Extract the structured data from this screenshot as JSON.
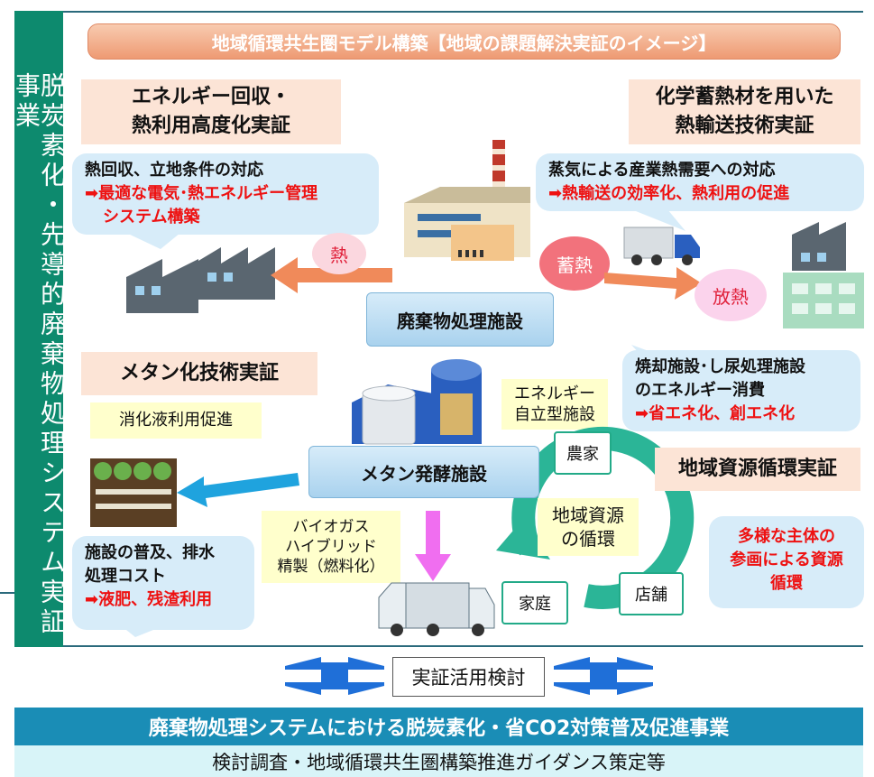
{
  "vertical_title": "脱炭素化・先導的廃棄物処理システム実証事業",
  "title": "地域循環共生圏モデル構築【地域の課題解決実証のイメージ】",
  "sections": {
    "energy_recovery": {
      "heading_line1": "エネルギー回収・",
      "heading_line2": "熱利用高度化実証",
      "text": "熱回収、立地条件の対応",
      "red_line1": "➡最適な電気･熱エネルギー管理",
      "red_line2": "システム構築"
    },
    "chemical_heat": {
      "heading_line1": "化学蓄熱材を用いた",
      "heading_line2": "熱輸送技術実証",
      "text": "蒸気による産業熱需要への対応",
      "red_line": "➡熱輸送の効率化、熱利用の促進"
    },
    "methane": {
      "heading": "メタン化技術実証",
      "digestate": "消化液利用促進",
      "text_line1": "施設の普及、排水",
      "text_line2": "処理コスト",
      "red_line": "➡液肥、残渣利用"
    },
    "incineration": {
      "text_line1": "焼却施設･し尿処理施設",
      "text_line2": "のエネルギー消費",
      "red_line": "➡省エネ化、創エネ化"
    },
    "regional": {
      "heading": "地域資源循環実証",
      "cycle_line1": "地域資源",
      "cycle_line2": "の循環",
      "farm": "農家",
      "home": "家庭",
      "shop": "店舗",
      "diverse_line1": "多様な主体の",
      "diverse_line2": "参画による資源",
      "diverse_line3": "循環"
    }
  },
  "labels": {
    "heat": "熱",
    "storage": "蓄熱",
    "release": "放熱",
    "waste_facility": "廃棄物処理施設",
    "methane_facility": "メタン発酵施設",
    "energy_line1": "エネルギー",
    "energy_line2": "自立型施設",
    "biogas_line1": "バイオガス",
    "biogas_line2": "ハイブリッド",
    "biogas_line3": "精製（燃料化）",
    "verification": "実証活用検討"
  },
  "bottom": {
    "main": "廃棄物処理システムにおける脱炭素化・省CO2対策普及促進事業",
    "sub": "検討調査・地域循環共生圏構築推進ガイダンス策定等"
  },
  "colors": {
    "vertical_bar": "#0d8a6e",
    "title_bar": "#ee9a73",
    "heading_bg": "#fce4d6",
    "bubble_bg": "#d7ecf9",
    "emphasis_red": "#ee1111",
    "bottom_bar": "#1a8db6",
    "cycle_arrow": "#2bb597"
  }
}
